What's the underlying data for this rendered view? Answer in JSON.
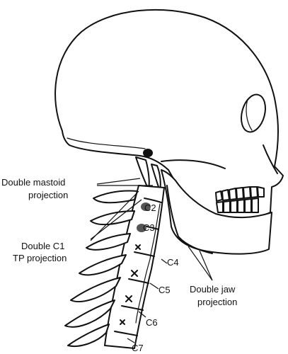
{
  "labels": {
    "double_mastoid_line1": "Double mastoid",
    "double_mastoid_line2": "projection",
    "double_c1_line1": "Double C1",
    "double_c1_line2": "TP projection",
    "double_jaw_line1": "Double jaw",
    "double_jaw_line2": "projection"
  },
  "vertebrae": {
    "c2": "C2",
    "c3": "C3",
    "c4": "C4",
    "c5": "C5",
    "c6": "C6",
    "c7": "C7"
  }
}
